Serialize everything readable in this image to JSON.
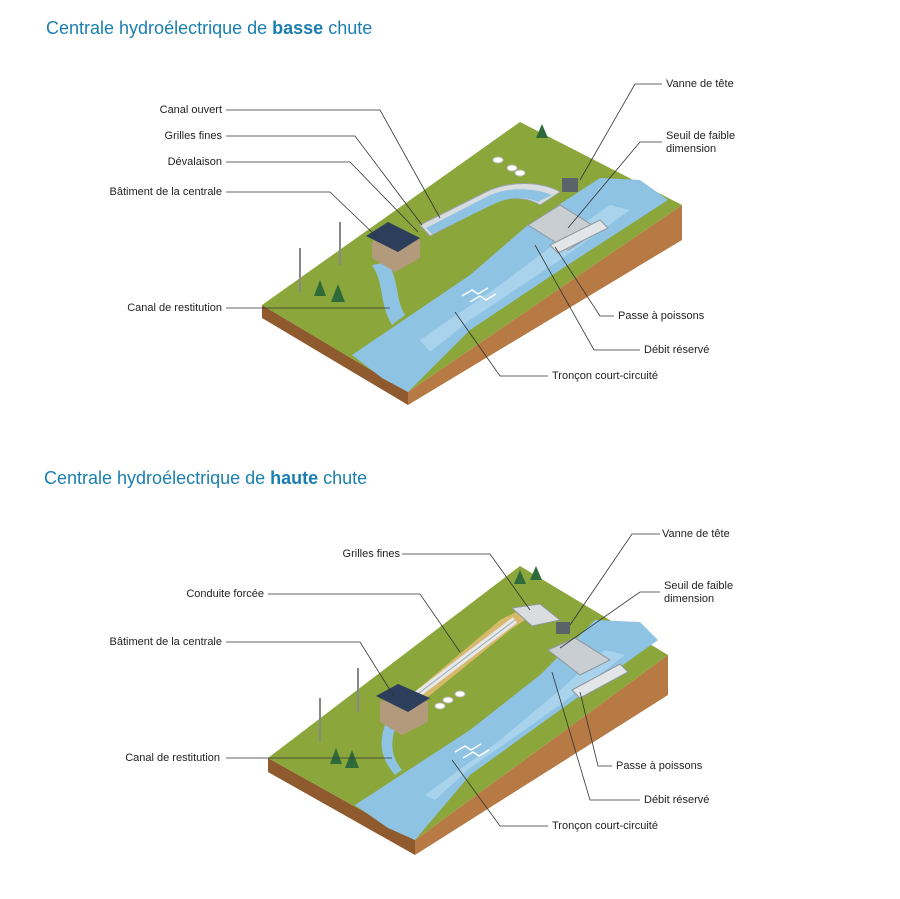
{
  "panel1": {
    "title_pre": "Centrale hydroélectrique de ",
    "title_bold": "basse",
    "title_post": " chute",
    "labels": {
      "canal_ouvert": "Canal ouvert",
      "grilles_fines": "Grilles fines",
      "devalaison": "Dévalaison",
      "batiment": "Bâtiment de la centrale",
      "canal_restitution": "Canal de restitution",
      "vanne_tete": "Vanne de tête",
      "seuil_l1": "Seuil de faible",
      "seuil_l2": "dimension",
      "passe_poissons": "Passe à poissons",
      "debit_reserve": "Débit réservé",
      "troncon": "Tronçon court-circuité"
    }
  },
  "panel2": {
    "title_pre": "Centrale hydroélectrique de ",
    "title_bold": "haute",
    "title_post": " chute",
    "labels": {
      "grilles_fines": "Grilles fines",
      "conduite_forcee": "Conduite forcée",
      "batiment": "Bâtiment de la centrale",
      "canal_restitution": "Canal de restitution",
      "vanne_tete": "Vanne de tête",
      "seuil_l1": "Seuil de faible",
      "seuil_l2": "dimension",
      "passe_poissons": "Passe à poissons",
      "debit_reserve": "Débit réservé",
      "troncon": "Tronçon court-circuité"
    }
  },
  "colors": {
    "title": "#1a7fb0",
    "grass": "#8ba63a",
    "grass_dark": "#74902c",
    "soil": "#b87a45",
    "soil_dark": "#8f5a2e",
    "water": "#8ec3e4",
    "water_light": "#bfe0f2",
    "roof": "#2c3e5c",
    "wall": "#b49a7c",
    "tree": "#2f6b3a"
  }
}
